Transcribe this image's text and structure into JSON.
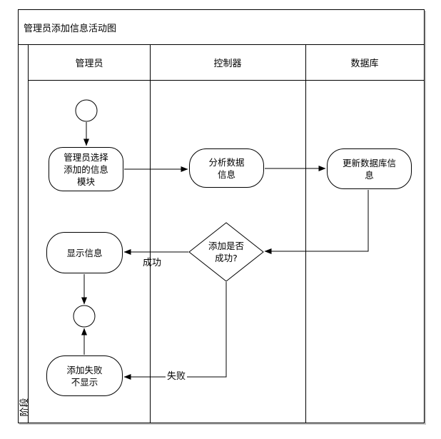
{
  "title": "管理员添加信息活动图",
  "phase_label": "阶段",
  "lanes": [
    {
      "label": "管理员"
    },
    {
      "label": "控制器"
    },
    {
      "label": "数据库"
    }
  ],
  "nodes": {
    "select_module": {
      "text": "管理员选择\n添加的信息\n模块"
    },
    "analyze_data": {
      "text": "分析数据\n信息"
    },
    "update_database": {
      "text": "更新数据库信\n息"
    },
    "decision": {
      "text": "添加是否\n成功?"
    },
    "show_info": {
      "text": "显示信息"
    },
    "add_fail": {
      "text": "添加失败\n不显示"
    }
  },
  "edge_labels": {
    "success": "成功",
    "fail": "失败"
  },
  "colors": {
    "line": "#000000",
    "background": "#ffffff"
  }
}
